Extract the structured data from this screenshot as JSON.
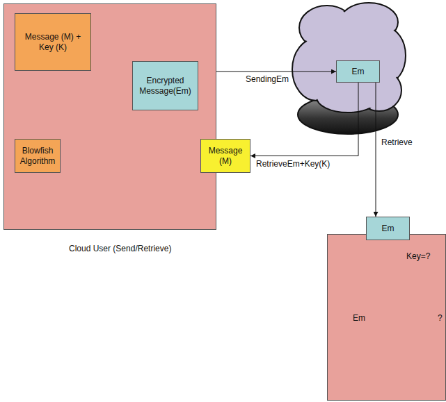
{
  "diagram": {
    "nodes": [
      {
        "text": [
          "Cloud User (Send/Retrieve)"
        ]
      },
      {
        "text": [
          "Message (M) + Key (K)"
        ],
        "in": 0
      },
      {
        "text": [
          "Encrypted Message(Em)"
        ],
        "in": 0
      },
      {
        "text": [
          "Blowfish Algorithm"
        ],
        "in": 0
      },
      {
        "text": [
          "Message (M)"
        ],
        "in": 0
      },
      {
        "text": [
          "Em"
        ]
      },
      {
        "text": [
          "Key=?",
          "Em",
          "?"
        ]
      },
      {
        "text": [
          "Em"
        ],
        "in": 6
      }
    ],
    "edges": [
      {
        "from": 2,
        "to": 5,
        "label": "SendingEm",
        "arrow": "to"
      },
      {
        "from": 5,
        "to": 4,
        "label": "RetrieveEm+Key(K)",
        "arrow": "to"
      },
      {
        "from": 5,
        "to": 7,
        "label": "Retrieve",
        "arrow": "to"
      }
    ]
  }
}
